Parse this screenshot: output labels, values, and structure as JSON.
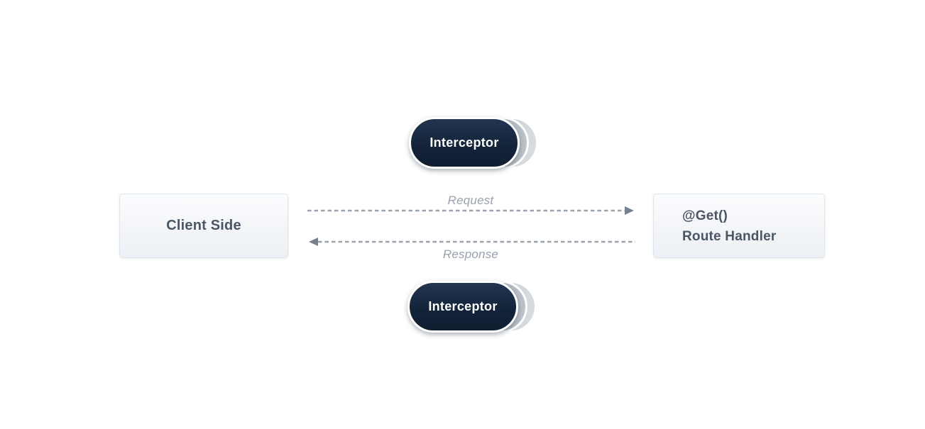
{
  "diagram": {
    "kind": "request-response interceptor flow"
  },
  "nodes": {
    "client": {
      "label": "Client Side"
    },
    "route_handler": {
      "line1": "@Get()",
      "line2": "Route Handler"
    },
    "interceptor_top": {
      "label": "Interceptor"
    },
    "interceptor_bottom": {
      "label": "Interceptor"
    }
  },
  "arrows": {
    "request": {
      "label": "Request",
      "direction": "right"
    },
    "response": {
      "label": "Response",
      "direction": "left"
    }
  },
  "colors": {
    "background": "#ffffff",
    "pill_dark": "#13243a",
    "pill_stack_mid": "#7e8893",
    "pill_stack_back": "#a9b1ba",
    "node_fill": "#f3f5f8",
    "node_border": "#e0e5eb",
    "node_text": "#4b5665",
    "arrow_line": "#9aa3ae",
    "arrow_head": "#76818d",
    "arrow_label_text": "#98a1ad"
  }
}
